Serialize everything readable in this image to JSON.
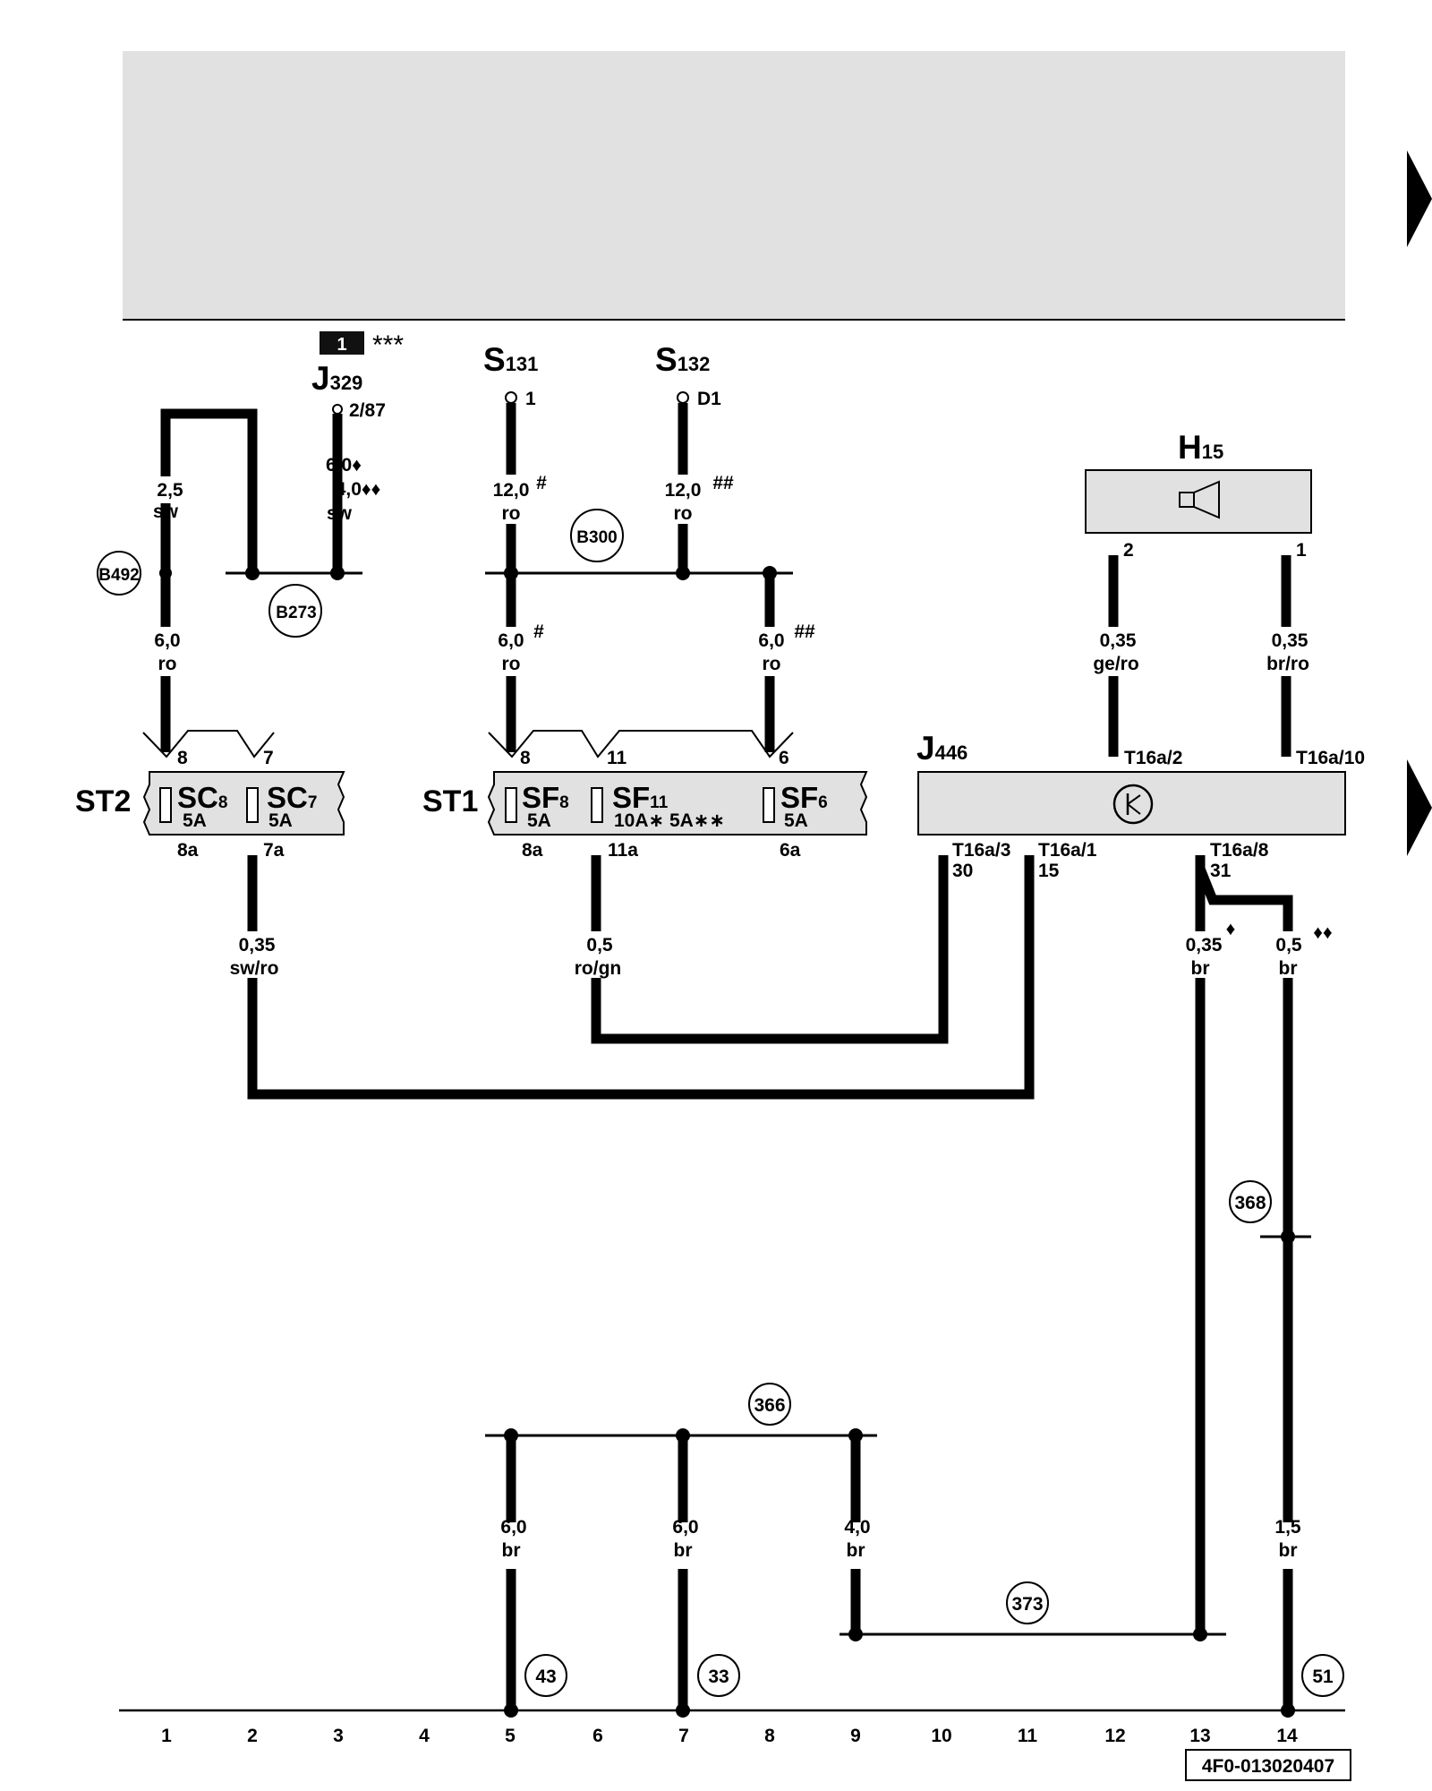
{
  "header_note": {
    "badge": "1",
    "stars": "***"
  },
  "components": {
    "j329": {
      "letter": "J",
      "num": "329",
      "pin": "2/87"
    },
    "s131": {
      "letter": "S",
      "num": "131",
      "pin": "1"
    },
    "s132": {
      "letter": "S",
      "num": "132",
      "pin": "D1"
    },
    "h15": {
      "letter": "H",
      "num": "15",
      "pin_a": "2",
      "pin_b": "1"
    },
    "j446": {
      "letter": "J",
      "num": "446",
      "top_a": "T16a/2",
      "top_b": "T16a/10",
      "bot_a": "T16a/3",
      "bot_a2": "30",
      "bot_b": "T16a/1",
      "bot_b2": "15",
      "bot_c": "T16a/8",
      "bot_c2": "31"
    },
    "st2": {
      "name": "ST2",
      "fuse_a": {
        "name": "SC",
        "num": "8",
        "amp": "5A",
        "pin_in": "8",
        "pin_out": "8a"
      },
      "fuse_b": {
        "name": "SC",
        "num": "7",
        "amp": "5A",
        "pin_in": "7",
        "pin_out": "7a"
      }
    },
    "st1": {
      "name": "ST1",
      "fuse_a": {
        "name": "SF",
        "num": "8",
        "amp": "5A",
        "pin_in": "8",
        "pin_out": "8a"
      },
      "fuse_b": {
        "name": "SF",
        "num": "11",
        "amp": "10A∗ 5A∗∗",
        "pin_in": "11",
        "pin_out": "11a"
      },
      "fuse_c": {
        "name": "SF",
        "num": "6",
        "amp": "5A",
        "pin_in": "6",
        "pin_out": "6a"
      }
    }
  },
  "wire_labels": {
    "w1": [
      "2,5",
      "sw"
    ],
    "w2": [
      "6,0♦",
      "4,0♦♦",
      "sw"
    ],
    "w3": [
      "6,0",
      "ro"
    ],
    "w4": [
      "12,0",
      "ro"
    ],
    "w4_mark": "#",
    "w5": [
      "12,0",
      "ro"
    ],
    "w5_mark": "##",
    "w6": [
      "6,0",
      "ro"
    ],
    "w6_mark": "#",
    "w7": [
      "6,0",
      "ro"
    ],
    "w7_mark": "##",
    "w8": [
      "0,35",
      "ge/ro"
    ],
    "w9": [
      "0,35",
      "br/ro"
    ],
    "w10": [
      "0,35",
      "sw/ro"
    ],
    "w11": [
      "0,5",
      "ro/gn"
    ],
    "w12": [
      "0,35",
      "br"
    ],
    "w12_mark": "♦",
    "w13": [
      "0,5",
      "br"
    ],
    "w13_mark": "♦♦",
    "w14": [
      "6,0",
      "br"
    ],
    "w15": [
      "6,0",
      "br"
    ],
    "w16": [
      "4,0",
      "br"
    ],
    "w17": [
      "1,5",
      "br"
    ]
  },
  "connection_refs": {
    "b492": "B492",
    "b273": "B273",
    "b300": "B300",
    "r366": "366",
    "r368": "368",
    "r373": "373",
    "r43": "43",
    "r33": "33",
    "r51": "51"
  },
  "track_numbers": [
    "1",
    "2",
    "3",
    "4",
    "5",
    "6",
    "7",
    "8",
    "9",
    "10",
    "11",
    "12",
    "13",
    "14"
  ],
  "document_id": "4F0-013020407",
  "icons": [
    "horn-icon",
    "transistor-icon",
    "next-page-arrow-icon",
    "fuse-icon"
  ]
}
